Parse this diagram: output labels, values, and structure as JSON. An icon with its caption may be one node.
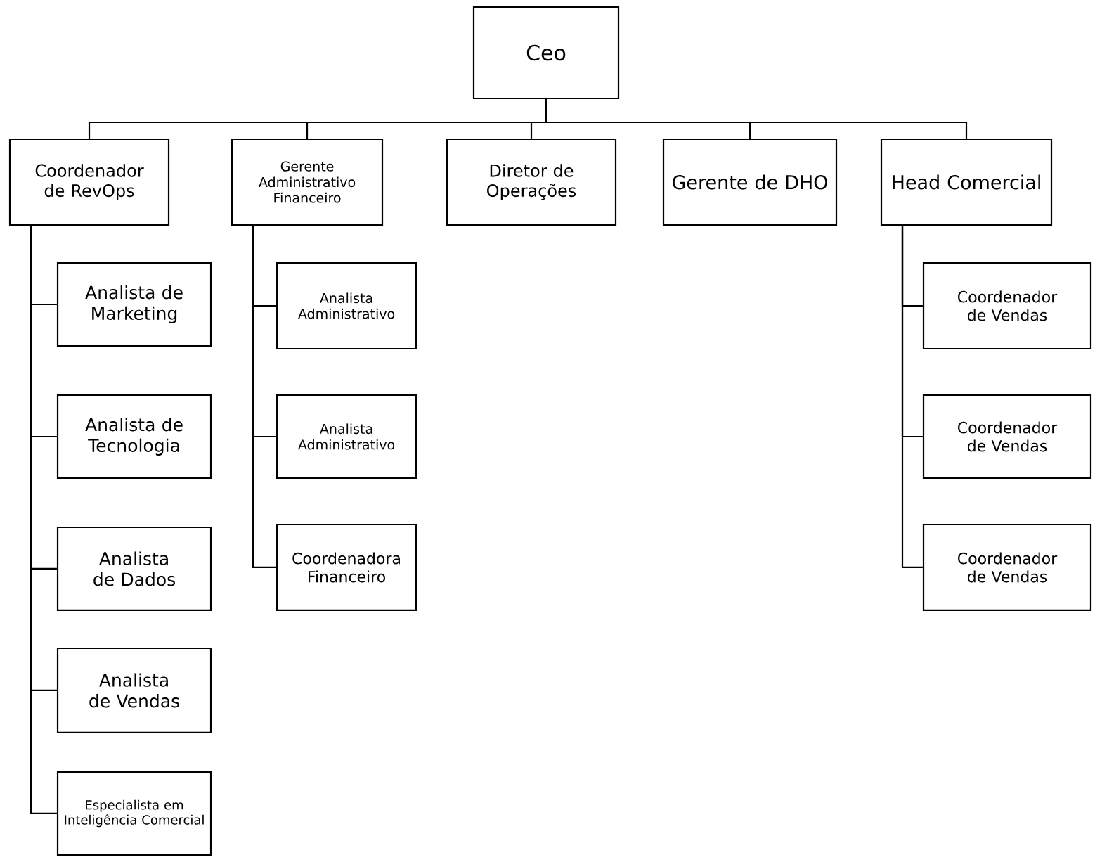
{
  "diagram": {
    "nodes": [
      {
        "text": [
          "Ceo"
        ]
      },
      {
        "text": [
          "Coordenador de RevOps"
        ]
      },
      {
        "text": [
          "Gerente Administrativo Financeiro"
        ]
      },
      {
        "text": [
          "Diretor de Operações"
        ]
      },
      {
        "text": [
          "Gerente de DHO"
        ]
      },
      {
        "text": [
          "Head Comercial"
        ]
      },
      {
        "text": [
          "Analista de Marketing"
        ]
      },
      {
        "text": [
          "Analista de Tecnologia"
        ]
      },
      {
        "text": [
          "Analista de Dados"
        ]
      },
      {
        "text": [
          "Analista de Vendas"
        ]
      },
      {
        "text": [
          "Especialista em Inteligência Comercial"
        ]
      },
      {
        "text": [
          "Analista Administrativo"
        ]
      },
      {
        "text": [
          "Analista Administrativo"
        ]
      },
      {
        "text": [
          "Coordenadora Financeiro"
        ]
      },
      {
        "text": [
          "Coordenador de Vendas"
        ]
      },
      {
        "text": [
          "Coordenador de Vendas"
        ]
      },
      {
        "text": [
          "Coordenador de Vendas"
        ]
      }
    ],
    "edges": [
      {
        "from": 0,
        "to": 1,
        "arrow": "none"
      },
      {
        "from": 0,
        "to": 2,
        "arrow": "none"
      },
      {
        "from": 0,
        "to": 3,
        "arrow": "none"
      },
      {
        "from": 0,
        "to": 4,
        "arrow": "none"
      },
      {
        "from": 0,
        "to": 5,
        "arrow": "none"
      },
      {
        "from": 1,
        "to": 6,
        "arrow": "none"
      },
      {
        "from": 1,
        "to": 7,
        "arrow": "none"
      },
      {
        "from": 1,
        "to": 8,
        "arrow": "none"
      },
      {
        "from": 1,
        "to": 9,
        "arrow": "none"
      },
      {
        "from": 1,
        "to": 10,
        "arrow": "none"
      },
      {
        "from": 2,
        "to": 11,
        "arrow": "none"
      },
      {
        "from": 2,
        "to": 12,
        "arrow": "none"
      },
      {
        "from": 2,
        "to": 13,
        "arrow": "none"
      },
      {
        "from": 5,
        "to": 14,
        "arrow": "none"
      },
      {
        "from": 5,
        "to": 15,
        "arrow": "none"
      },
      {
        "from": 5,
        "to": 16,
        "arrow": "none"
      }
    ]
  }
}
